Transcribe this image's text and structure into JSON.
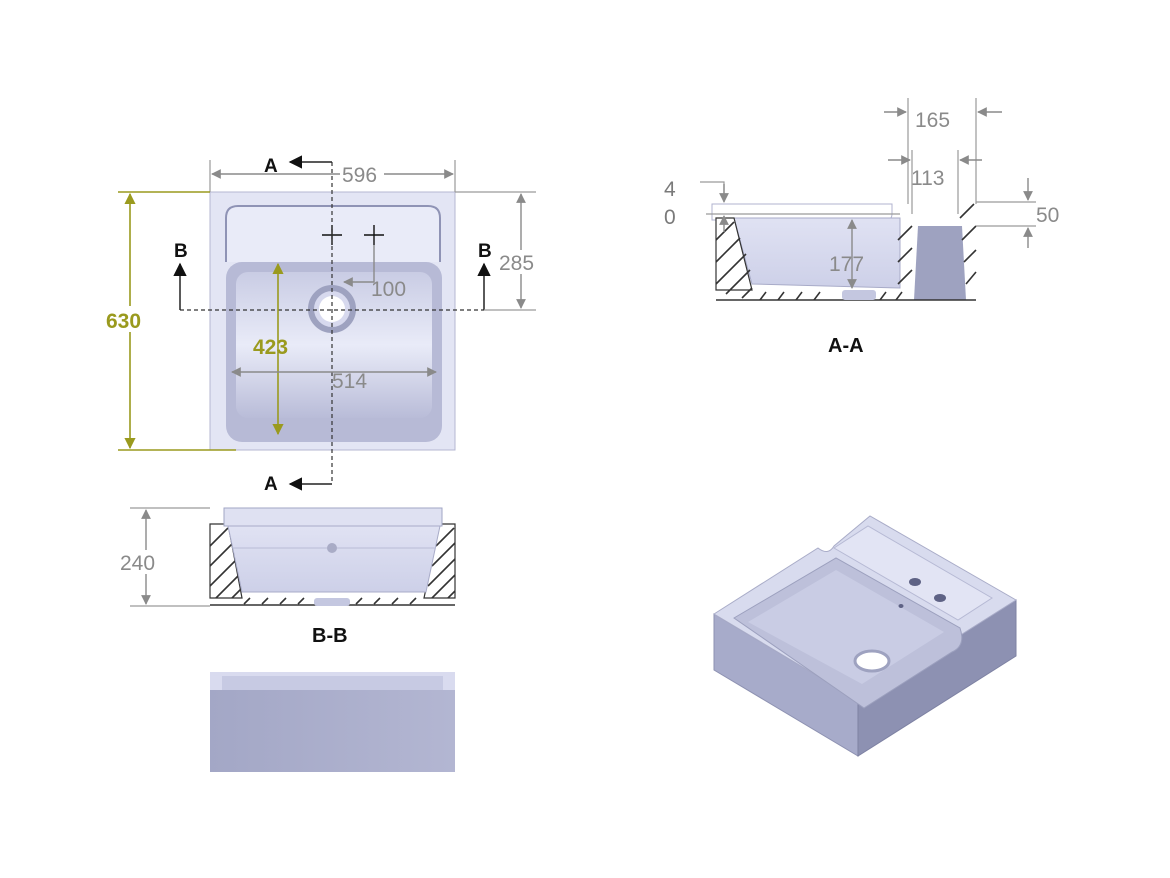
{
  "plan_view": {
    "dims": {
      "overall_width": "596",
      "overall_depth": "630",
      "back_to_tap_axis": "285",
      "tap_spacing": "100",
      "bowl_depth": "423",
      "bowl_width": "514"
    },
    "section_markers": {
      "a": "A",
      "b": "B"
    }
  },
  "section_aa": {
    "caption": "A-A",
    "dims": {
      "top_offset": "4",
      "zero": "0",
      "shelf_width": "165",
      "wall_width": "113",
      "bowl_height": "177",
      "rim_thickness": "50"
    }
  },
  "section_bb": {
    "caption": "B-B",
    "dims": {
      "height": "240"
    }
  },
  "colors": {
    "ceramic_light": "#e6e8f6",
    "ceramic_mid": "#c5c8e0",
    "ceramic_dark": "#9ea2c0",
    "dimension_olive": "#9a9a1e",
    "dimension_grey": "#8a8a8a"
  }
}
